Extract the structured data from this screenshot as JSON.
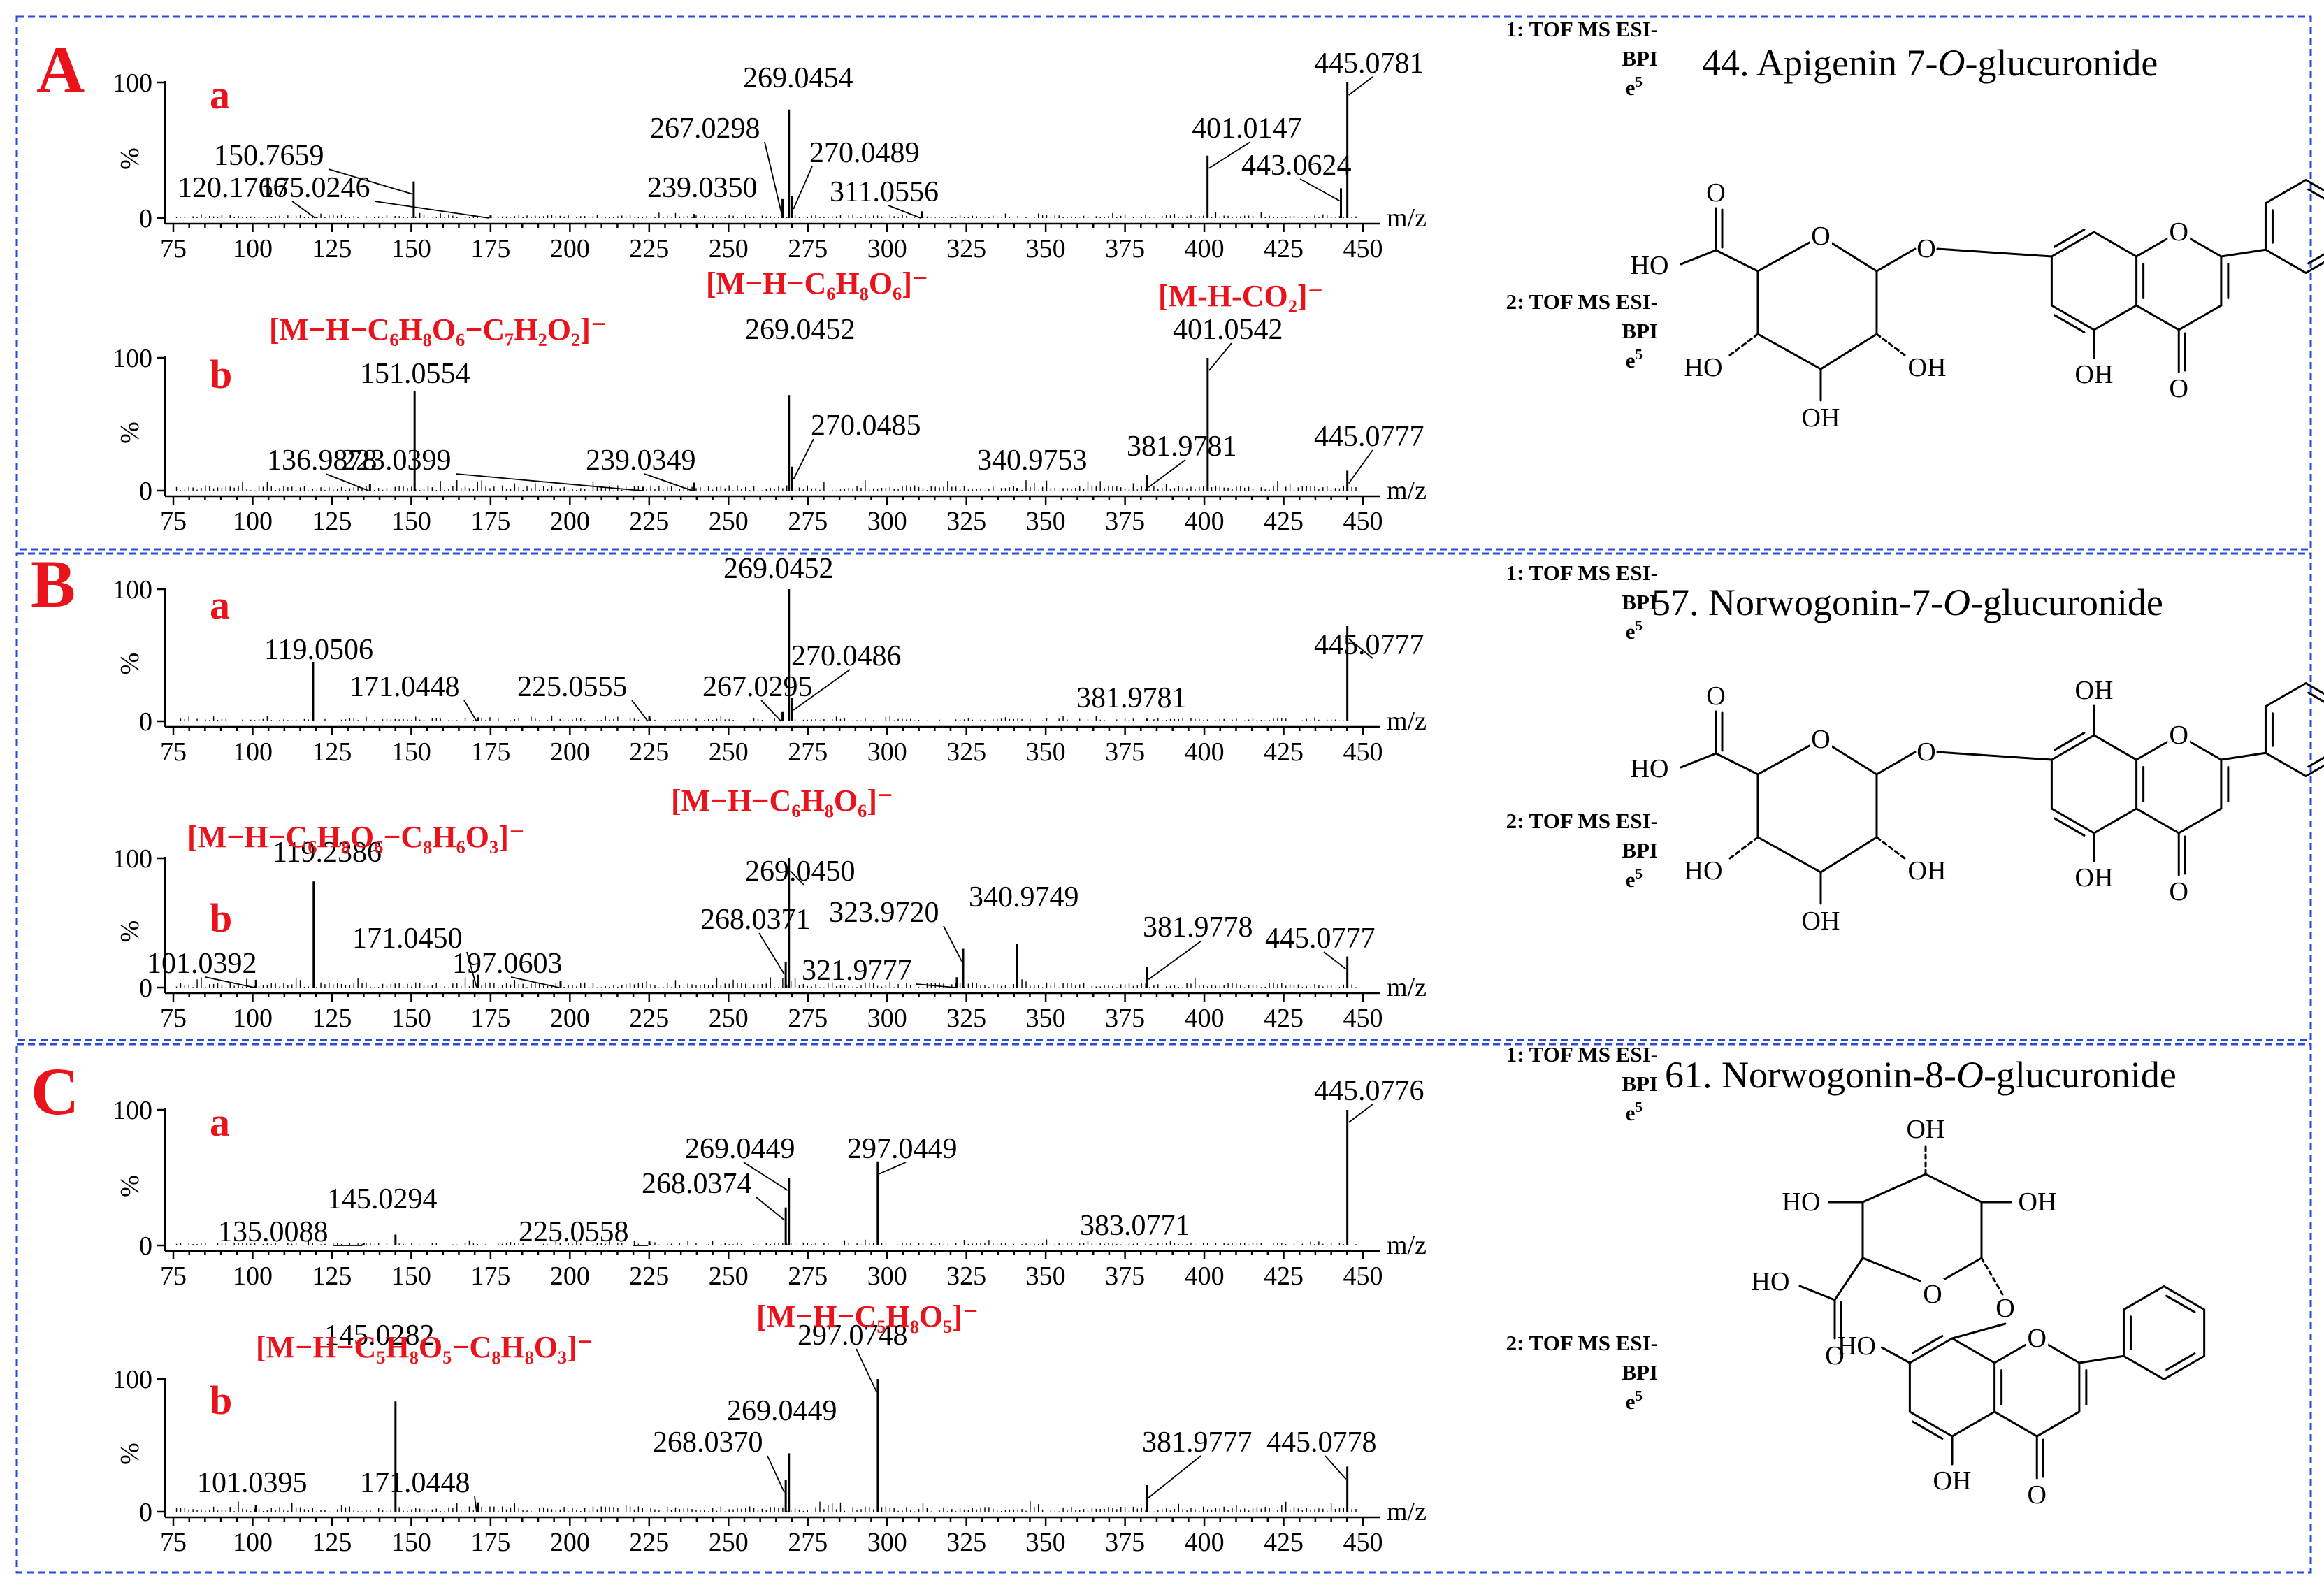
{
  "axis": {
    "xlabel": "m/z",
    "ylabel": "%",
    "yticks": [
      "0",
      "100"
    ],
    "xticks": [
      75,
      100,
      125,
      150,
      175,
      200,
      225,
      250,
      275,
      300,
      325,
      350,
      375,
      400,
      425,
      450
    ]
  },
  "panels": [
    {
      "id": "A",
      "compound": {
        "number": "44.",
        "name_pre": "Apigenin 7-",
        "name_italic": "O",
        "name_post": "-glucuronide"
      },
      "spectra": [
        {
          "sub": "a",
          "info": [
            "1: TOF MS ESI-",
            "BPI",
            "e5"
          ],
          "fragment": []
        },
        {
          "sub": "b",
          "info": [
            "2: TOF MS ESI-",
            "BPI",
            "e5"
          ],
          "fragment": [
            "[M−H−C6H8O6−C7H2O2]⁻",
            "[M−H−C6H8O6]⁻",
            "[M-H-CO2]⁻"
          ]
        }
      ]
    },
    {
      "id": "B",
      "compound": {
        "number": "57.",
        "name_pre": "Norwogonin-7-",
        "name_italic": "O",
        "name_post": "-glucuronide"
      },
      "spectra": [
        {
          "sub": "a",
          "info": [
            "1: TOF MS ESI-",
            "BPI",
            "e5"
          ],
          "fragment": []
        },
        {
          "sub": "b",
          "info": [
            "2: TOF MS ESI-",
            "BPI",
            "e5"
          ],
          "fragment": [
            "[M−H−C6H8O6−C8H6O3]⁻",
            "[M−H−C6H8O6]⁻"
          ]
        }
      ]
    },
    {
      "id": "C",
      "compound": {
        "number": "61.",
        "name_pre": "Norwogonin-8-",
        "name_italic": "O",
        "name_post": "-glucuronide"
      },
      "spectra": [
        {
          "sub": "a",
          "info": [
            "1: TOF MS ESI-",
            "BPI",
            "e5"
          ],
          "fragment": []
        },
        {
          "sub": "b",
          "info": [
            "2: TOF MS ESI-",
            "BPI",
            "e5"
          ],
          "fragment": [
            "[M−H−C5H8O5−C8H8O3]⁻",
            "[M−H−C5H8O5]⁻"
          ]
        }
      ]
    }
  ],
  "structure_labels": {
    "ho": "HO",
    "oh": "OH",
    "o": "O"
  },
  "chart_data": [
    {
      "type": "bar",
      "panel": "A",
      "spectrum": "a",
      "xlim": [
        75,
        450
      ],
      "ylim": [
        0,
        100
      ],
      "peaks": [
        {
          "x": 120.1766,
          "y": 1,
          "label": "120.1766"
        },
        {
          "x": 150.7659,
          "y": 27,
          "label": "150.7659"
        },
        {
          "x": 175.0246,
          "y": 2,
          "label": "175.0246"
        },
        {
          "x": 239.035,
          "y": 3,
          "label": "239.0350"
        },
        {
          "x": 267.0298,
          "y": 14,
          "label": "267.0298"
        },
        {
          "x": 269.0454,
          "y": 80,
          "label": "269.0454"
        },
        {
          "x": 270.0489,
          "y": 16,
          "label": "270.0489"
        },
        {
          "x": 311.0556,
          "y": 5,
          "label": "311.0556"
        },
        {
          "x": 401.0147,
          "y": 46,
          "label": "401.0147"
        },
        {
          "x": 443.0624,
          "y": 22,
          "label": "443.0624"
        },
        {
          "x": 445.0781,
          "y": 100,
          "label": "445.0781"
        }
      ]
    },
    {
      "type": "bar",
      "panel": "A",
      "spectrum": "b",
      "xlim": [
        75,
        450
      ],
      "ylim": [
        0,
        100
      ],
      "peaks": [
        {
          "x": 136.9878,
          "y": 5,
          "label": "136.9878"
        },
        {
          "x": 151.0554,
          "y": 75,
          "label": "151.0554"
        },
        {
          "x": 223.0399,
          "y": 3,
          "label": "223.0399"
        },
        {
          "x": 239.0349,
          "y": 6,
          "label": "239.0349"
        },
        {
          "x": 269.0452,
          "y": 72,
          "label": "269.0452"
        },
        {
          "x": 270.0485,
          "y": 18,
          "label": "270.0485"
        },
        {
          "x": 340.9753,
          "y": 2,
          "label": "340.9753"
        },
        {
          "x": 381.9781,
          "y": 12,
          "label": "381.9781"
        },
        {
          "x": 401.0542,
          "y": 100,
          "label": "401.0542"
        },
        {
          "x": 445.0777,
          "y": 15,
          "label": "445.0777"
        }
      ]
    },
    {
      "type": "bar",
      "panel": "B",
      "spectrum": "a",
      "xlim": [
        75,
        450
      ],
      "ylim": [
        0,
        100
      ],
      "peaks": [
        {
          "x": 119.0506,
          "y": 45,
          "label": "119.0506"
        },
        {
          "x": 171.0448,
          "y": 3,
          "label": "171.0448"
        },
        {
          "x": 225.0555,
          "y": 4,
          "label": "225.0555"
        },
        {
          "x": 267.0295,
          "y": 7,
          "label": "267.0295"
        },
        {
          "x": 269.0452,
          "y": 100,
          "label": "269.0452"
        },
        {
          "x": 270.0486,
          "y": 18,
          "label": "270.0486"
        },
        {
          "x": 381.9781,
          "y": 2,
          "label": "381.9781"
        },
        {
          "x": 445.0777,
          "y": 72,
          "label": "445.0777"
        }
      ]
    },
    {
      "type": "bar",
      "panel": "B",
      "spectrum": "b",
      "xlim": [
        75,
        450
      ],
      "ylim": [
        0,
        100
      ],
      "peaks": [
        {
          "x": 101.0392,
          "y": 6,
          "label": "101.0392"
        },
        {
          "x": 119.2386,
          "y": 82,
          "label": "119.2386"
        },
        {
          "x": 171.045,
          "y": 10,
          "label": "171.0450"
        },
        {
          "x": 197.0603,
          "y": 5,
          "label": "197.0603"
        },
        {
          "x": 268.0371,
          "y": 20,
          "label": "268.0371"
        },
        {
          "x": 269.045,
          "y": 100,
          "label": "269.0450"
        },
        {
          "x": 321.9777,
          "y": 8,
          "label": "321.9777"
        },
        {
          "x": 323.972,
          "y": 30,
          "label": "323.9720"
        },
        {
          "x": 340.9749,
          "y": 34,
          "label": "340.9749"
        },
        {
          "x": 381.9778,
          "y": 16,
          "label": "381.9778"
        },
        {
          "x": 445.0777,
          "y": 24,
          "label": "445.0777"
        }
      ]
    },
    {
      "type": "bar",
      "panel": "C",
      "spectrum": "a",
      "xlim": [
        75,
        450
      ],
      "ylim": [
        0,
        100
      ],
      "peaks": [
        {
          "x": 135.0088,
          "y": 2,
          "label": "135.0088"
        },
        {
          "x": 145.0294,
          "y": 8,
          "label": "145.0294"
        },
        {
          "x": 225.0558,
          "y": 3,
          "label": "225.0558"
        },
        {
          "x": 268.0374,
          "y": 28,
          "label": "268.0374"
        },
        {
          "x": 269.0449,
          "y": 50,
          "label": "269.0449"
        },
        {
          "x": 297.0449,
          "y": 62,
          "label": "297.0449"
        },
        {
          "x": 383.0771,
          "y": 1,
          "label": "383.0771"
        },
        {
          "x": 445.0776,
          "y": 100,
          "label": "445.0776"
        }
      ]
    },
    {
      "type": "bar",
      "panel": "C",
      "spectrum": "b",
      "xlim": [
        75,
        450
      ],
      "ylim": [
        0,
        100
      ],
      "peaks": [
        {
          "x": 101.0395,
          "y": 5,
          "label": "101.0395"
        },
        {
          "x": 145.0282,
          "y": 83,
          "label": "145.0282"
        },
        {
          "x": 171.0448,
          "y": 7,
          "label": "171.0448"
        },
        {
          "x": 268.037,
          "y": 24,
          "label": "268.0370"
        },
        {
          "x": 269.0449,
          "y": 44,
          "label": "269.0449"
        },
        {
          "x": 297.0748,
          "y": 100,
          "label": "297.0748"
        },
        {
          "x": 381.9777,
          "y": 20,
          "label": "381.9777"
        },
        {
          "x": 445.0778,
          "y": 34,
          "label": "445.0778"
        }
      ]
    }
  ]
}
